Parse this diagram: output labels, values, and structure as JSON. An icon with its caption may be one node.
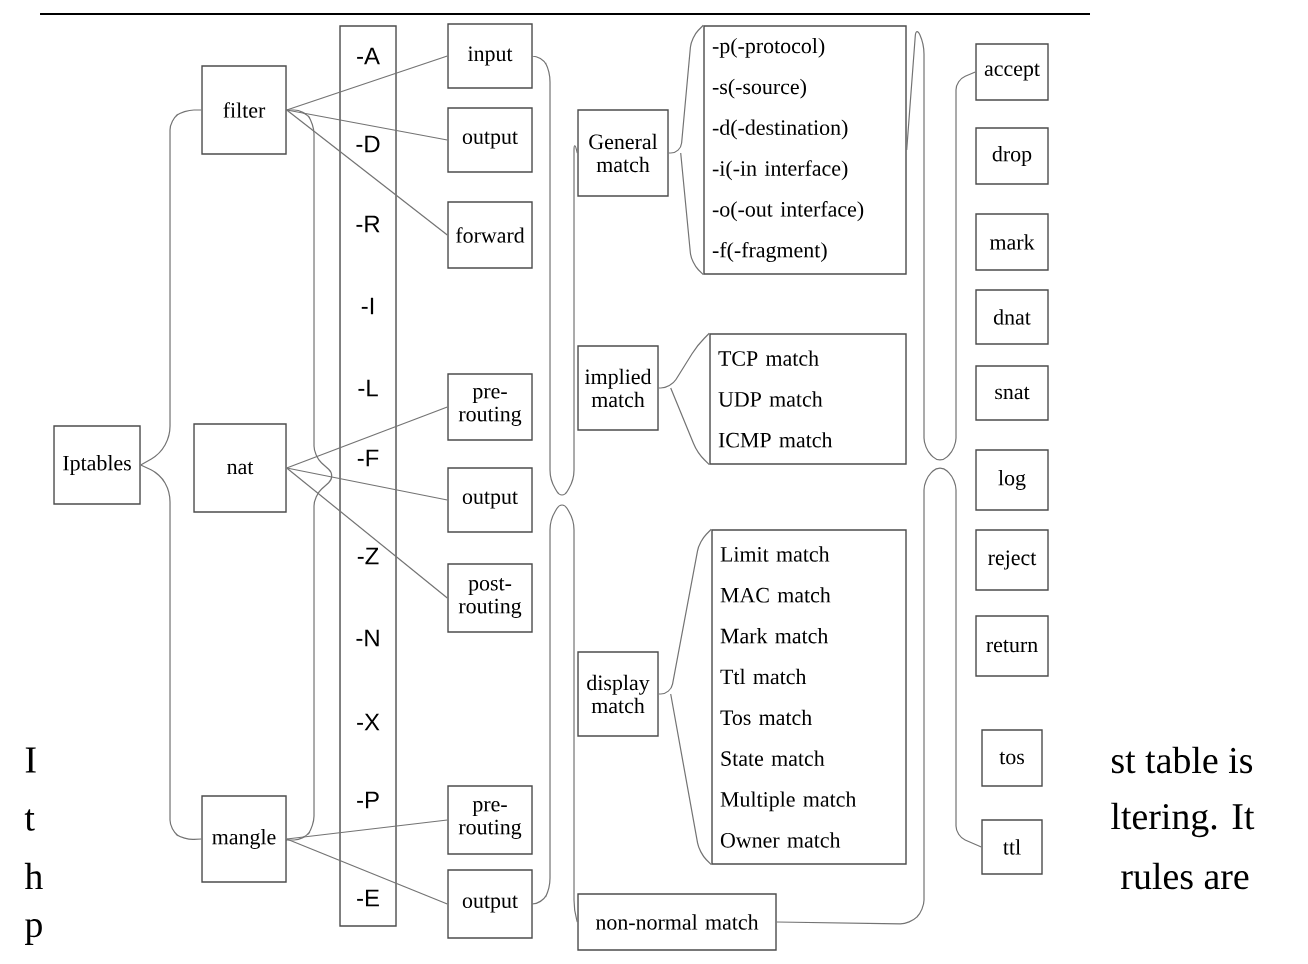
{
  "diagram": {
    "nodes": [
      {
        "text": [
          "Iptables"
        ]
      },
      {
        "text": [
          "filter"
        ]
      },
      {
        "text": [
          "nat"
        ]
      },
      {
        "text": [
          "mangle"
        ]
      },
      {
        "text": [
          "input"
        ]
      },
      {
        "text": [
          "output"
        ]
      },
      {
        "text": [
          "forward"
        ]
      },
      {
        "text": [
          "pre- routing"
        ]
      },
      {
        "text": [
          "output"
        ]
      },
      {
        "text": [
          "post- routing"
        ]
      },
      {
        "text": [
          "pre- routing"
        ]
      },
      {
        "text": [
          "output"
        ]
      },
      {
        "text": [
          "General match"
        ]
      },
      {
        "text": [
          "-p(-protocol)",
          "-s(-source)",
          "-d(-destination)",
          "-i(-in interface)",
          "-o(-out interface)",
          "-f(-fragment)"
        ]
      },
      {
        "text": [
          "implied match"
        ]
      },
      {
        "text": [
          "TCP match",
          "UDP match",
          "ICMP match"
        ]
      },
      {
        "text": [
          "display match"
        ]
      },
      {
        "text": [
          "Limit match",
          "MAC match",
          "Mark match",
          "Ttl match",
          "Tos match",
          "State match",
          "Multiple match",
          "Owner match"
        ]
      },
      {
        "text": [
          "non-normal match"
        ]
      },
      {
        "text": [
          "accept"
        ]
      },
      {
        "text": [
          "drop"
        ]
      },
      {
        "text": [
          "mark"
        ]
      },
      {
        "text": [
          "dnat"
        ]
      },
      {
        "text": [
          "snat"
        ]
      },
      {
        "text": [
          "log"
        ]
      },
      {
        "text": [
          "reject"
        ]
      },
      {
        "text": [
          "return"
        ]
      },
      {
        "text": [
          "tos"
        ]
      },
      {
        "text": [
          "ttl"
        ]
      }
    ],
    "edges": [
      {
        "from": 0,
        "to": 1,
        "arrow": "none"
      },
      {
        "from": 0,
        "to": 3,
        "arrow": "none"
      },
      {
        "from": 1,
        "to": 4,
        "arrow": "none"
      },
      {
        "from": 1,
        "to": 5,
        "arrow": "none"
      },
      {
        "from": 1,
        "to": 6,
        "arrow": "none"
      },
      {
        "from": 2,
        "to": 7,
        "arrow": "none"
      },
      {
        "from": 2,
        "to": 8,
        "arrow": "none"
      },
      {
        "from": 2,
        "to": 9,
        "arrow": "none"
      },
      {
        "from": 3,
        "to": 10,
        "arrow": "none"
      },
      {
        "from": 3,
        "to": 11,
        "arrow": "none"
      },
      {
        "from": 4,
        "to": 12,
        "arrow": "none"
      },
      {
        "from": 11,
        "to": 18,
        "arrow": "none"
      },
      {
        "from": 12,
        "to": 13,
        "arrow": "none"
      },
      {
        "from": 14,
        "to": 15,
        "arrow": "none"
      },
      {
        "from": 16,
        "to": 17,
        "arrow": "none"
      },
      {
        "from": 13,
        "to": 19,
        "arrow": "none"
      },
      {
        "from": 18,
        "to": 28,
        "arrow": "none"
      }
    ],
    "labels": [
      "-A",
      "-D",
      "-R",
      "-I",
      "-L",
      "-F",
      "-Z",
      "-N",
      "-X",
      "-P",
      "-E",
      "I",
      "st table is",
      "t",
      "ltering. It",
      "h",
      "rules are",
      "p"
    ]
  }
}
